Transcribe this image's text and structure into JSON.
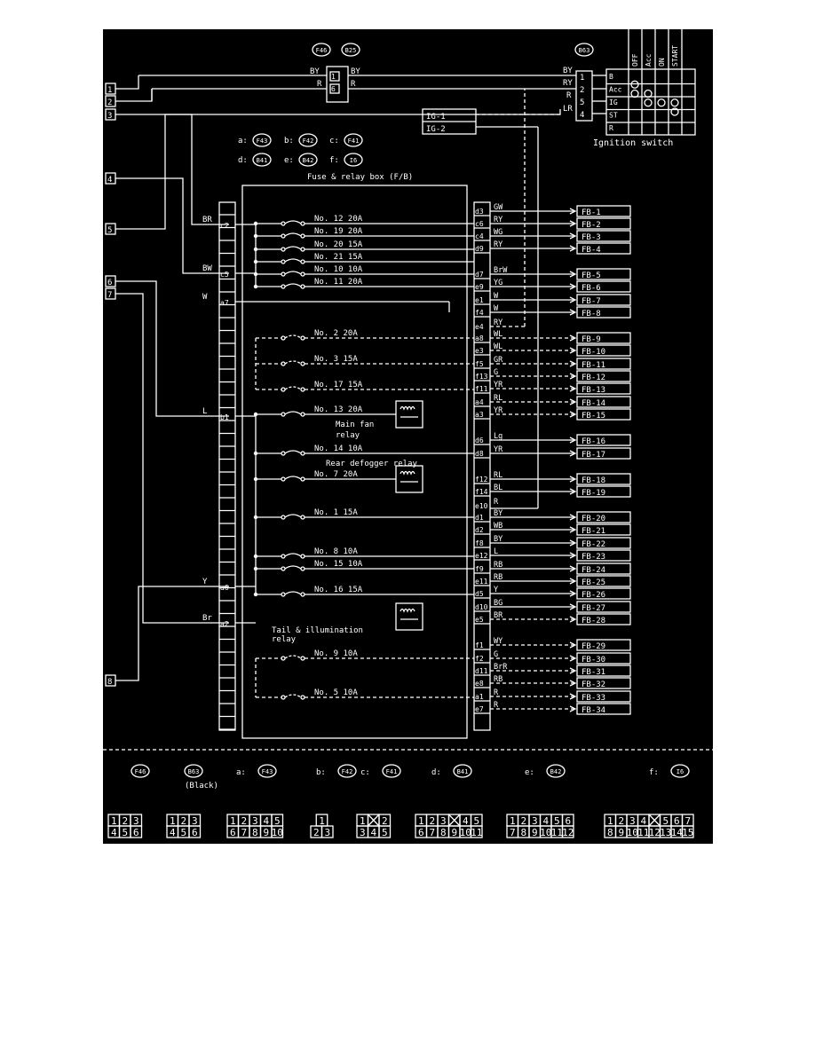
{
  "title": "Fuse & relay box (F/B)",
  "ignition": {
    "label": "Ignition switch",
    "positions": [
      "OFF",
      "Acc",
      "ON",
      "START"
    ],
    "terminals": [
      "B",
      "Acc",
      "IG",
      "ST",
      "R"
    ],
    "ig_outputs": [
      "IG-1",
      "IG-2"
    ]
  },
  "connectors": {
    "f46": "F46",
    "b25": "B25",
    "b63": "B63",
    "legend": [
      {
        "key": "a",
        "code": "F43"
      },
      {
        "key": "b",
        "code": "F42"
      },
      {
        "key": "c",
        "code": "F41"
      },
      {
        "key": "d",
        "code": "B41"
      },
      {
        "key": "e",
        "code": "B42"
      },
      {
        "key": "f",
        "code": "I6"
      }
    ]
  },
  "left_terminals": [
    "1",
    "2",
    "3",
    "4",
    "5",
    "6",
    "7",
    "8"
  ],
  "top_wires": [
    {
      "color": "BY",
      "pin": "1",
      "right_color": "BY",
      "right_pin": "1"
    },
    {
      "color": "R",
      "pin": "6",
      "right_color": "RY",
      "right_pin": "2"
    },
    {
      "color": "",
      "pin": "",
      "right_color": "R",
      "right_pin": "5"
    },
    {
      "color": "",
      "pin": "",
      "right_color": "LR",
      "right_pin": "4"
    }
  ],
  "left_pins": [
    {
      "pin": "c2",
      "color": "BR"
    },
    {
      "pin": "c5",
      "color": "BW"
    },
    {
      "pin": "a7",
      "color": "W"
    },
    {
      "pin": "b1",
      "color": "L"
    },
    {
      "pin": "a6",
      "color": "Y"
    },
    {
      "pin": "a2",
      "color": "Br"
    }
  ],
  "fuses": [
    {
      "label": "No. 12 20A"
    },
    {
      "label": "No. 19 20A"
    },
    {
      "label": "No. 20 15A"
    },
    {
      "label": "No. 21 15A"
    },
    {
      "label": "No. 10 10A"
    },
    {
      "label": "No. 11 20A"
    },
    {
      "label": "No. 2  20A"
    },
    {
      "label": "No. 3  15A"
    },
    {
      "label": "No. 17 15A"
    },
    {
      "label": "No. 13 20A"
    },
    {
      "label": "No. 14 10A"
    },
    {
      "label": "No. 7  20A"
    },
    {
      "label": "No. 1  15A"
    },
    {
      "label": "No. 8  10A"
    },
    {
      "label": "No. 15 10A"
    },
    {
      "label": "No. 16 15A"
    },
    {
      "label": "No. 9  10A"
    },
    {
      "label": "No. 5  10A"
    }
  ],
  "relays": [
    "Main fan relay",
    "Rear defogger relay",
    "Tail & illumination relay"
  ],
  "outputs": [
    {
      "pin": "d3",
      "color": "GW",
      "fb": "FB-1"
    },
    {
      "pin": "c6",
      "color": "RY",
      "fb": "FB-2"
    },
    {
      "pin": "c4",
      "color": "WG",
      "fb": "FB-3"
    },
    {
      "pin": "d9",
      "color": "RY",
      "fb": "FB-4"
    },
    {
      "pin": "d7",
      "color": "BrW",
      "fb": "FB-5"
    },
    {
      "pin": "e9",
      "color": "YG",
      "fb": "FB-6"
    },
    {
      "pin": "e1",
      "color": "W",
      "fb": "FB-7"
    },
    {
      "pin": "f4",
      "color": "W",
      "fb": "FB-8"
    },
    {
      "pin": "a8",
      "color": "WL",
      "fb": "FB-9"
    },
    {
      "pin": "e3",
      "color": "WL",
      "fb": "FB-10"
    },
    {
      "pin": "f5",
      "color": "GR",
      "fb": "FB-11"
    },
    {
      "pin": "f13",
      "color": "G",
      "fb": "FB-12"
    },
    {
      "pin": "f11",
      "color": "YR",
      "fb": "FB-13"
    },
    {
      "pin": "a4",
      "color": "RL",
      "fb": "FB-14"
    },
    {
      "pin": "a3",
      "color": "YR",
      "fb": "FB-15"
    },
    {
      "pin": "d6",
      "color": "Lg",
      "fb": "FB-16"
    },
    {
      "pin": "d8",
      "color": "YR",
      "fb": "FB-17"
    },
    {
      "pin": "f12",
      "color": "RL",
      "fb": "FB-18"
    },
    {
      "pin": "f14",
      "color": "BL",
      "fb": "FB-19"
    },
    {
      "pin": "d1",
      "color": "BY",
      "fb": "FB-20"
    },
    {
      "pin": "d2",
      "color": "WB",
      "fb": "FB-21"
    },
    {
      "pin": "f8",
      "color": "BY",
      "fb": "FB-22"
    },
    {
      "pin": "e12",
      "color": "L",
      "fb": "FB-23"
    },
    {
      "pin": "f9",
      "color": "RB",
      "fb": "FB-24"
    },
    {
      "pin": "e11",
      "color": "RB",
      "fb": "FB-25"
    },
    {
      "pin": "d5",
      "color": "Y",
      "fb": "FB-26"
    },
    {
      "pin": "d10",
      "color": "BG",
      "fb": "FB-27"
    },
    {
      "pin": "e5",
      "color": "BR",
      "fb": "FB-28"
    },
    {
      "pin": "f1",
      "color": "WY",
      "fb": "FB-29"
    },
    {
      "pin": "f2",
      "color": "G",
      "fb": "FB-30"
    },
    {
      "pin": "d11",
      "color": "BrR",
      "fb": "FB-31"
    },
    {
      "pin": "e8",
      "color": "RB",
      "fb": "FB-32"
    },
    {
      "pin": "a1",
      "color": "R",
      "fb": "FB-33"
    },
    {
      "pin": "e7",
      "color": "R",
      "fb": "FB-34"
    }
  ],
  "extra_right_pins": [
    {
      "pin": "e4",
      "color": "RY"
    },
    {
      "pin": "e10",
      "color": "R"
    }
  ],
  "bottom_connectors": [
    {
      "label": "F46",
      "prefix": "",
      "rows": [
        [
          "1",
          "2",
          "3"
        ],
        [
          "4",
          "5",
          "6"
        ]
      ]
    },
    {
      "label": "B63",
      "prefix": "",
      "note": "(Black)",
      "rows": [
        [
          "1",
          "2",
          "3"
        ],
        [
          "4",
          "5",
          "6"
        ]
      ]
    },
    {
      "label": "F43",
      "prefix": "a:",
      "rows": [
        [
          "1",
          "2",
          "3",
          "4",
          "5"
        ],
        [
          "6",
          "7",
          "8",
          "9",
          "10"
        ]
      ]
    },
    {
      "label": "F42",
      "prefix": "b:",
      "rows": [
        [
          "1"
        ],
        [
          "2",
          "3"
        ]
      ]
    },
    {
      "label": "F41",
      "prefix": "c:",
      "rows": [
        [
          "1",
          "X",
          "2"
        ],
        [
          "3",
          "4",
          "5"
        ]
      ]
    },
    {
      "label": "B41",
      "prefix": "d:",
      "rows": [
        [
          "1",
          "2",
          "3",
          "X",
          "4",
          "5"
        ],
        [
          "6",
          "7",
          "8",
          "9",
          "10",
          "11"
        ]
      ]
    },
    {
      "label": "B42",
      "prefix": "e:",
      "rows": [
        [
          "1",
          "2",
          "3",
          "4",
          "5",
          "6"
        ],
        [
          "7",
          "8",
          "9",
          "10",
          "11",
          "12"
        ]
      ]
    },
    {
      "label": "I6",
      "prefix": "f:",
      "rows": [
        [
          "1",
          "2",
          "3",
          "4",
          "X",
          "5",
          "6",
          "7"
        ],
        [
          "8",
          "9",
          "10",
          "11",
          "12",
          "13",
          "14",
          "15"
        ]
      ]
    }
  ]
}
